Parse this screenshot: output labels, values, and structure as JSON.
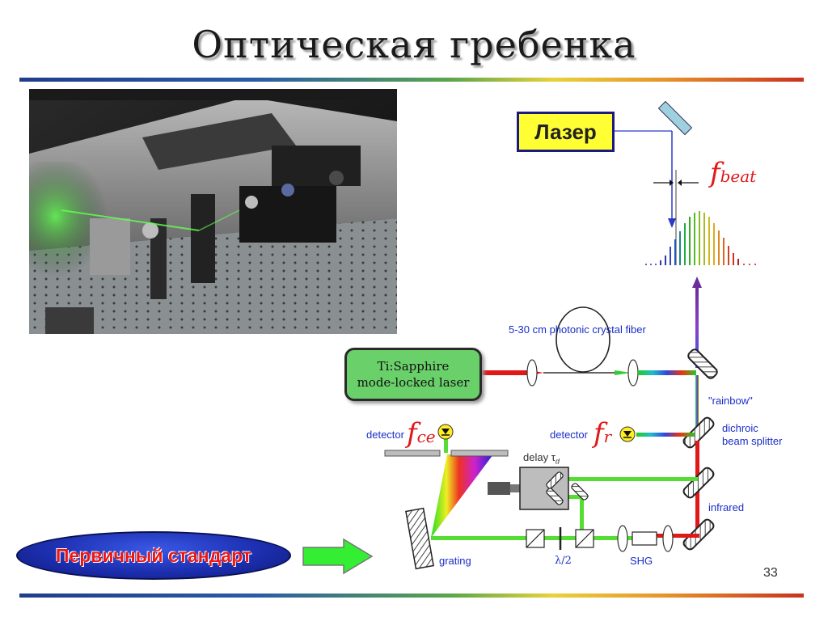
{
  "slide": {
    "title": "Оптическая гребенка",
    "page_number": "33"
  },
  "diagram": {
    "laser_label": "Лазер",
    "f_beat": {
      "base": "f",
      "sub": "beat"
    },
    "f_ce": {
      "base": "f",
      "sub": "ce"
    },
    "f_r": {
      "base": "f",
      "sub": "r"
    },
    "ti_sapphire": [
      "Ti:Sapphire",
      "mode-locked laser"
    ],
    "fiber_label": "5-30 cm photonic crystal fiber",
    "rainbow_label": "\"rainbow\"",
    "dichroic_label": [
      "dichroic",
      "beam splitter"
    ],
    "infrared_label": "infrared",
    "detector_ce_label": "detector",
    "detector_r_label": "detector",
    "delay_label": "delay τ",
    "delay_sub": "d",
    "grating_label": "grating",
    "half_wave_label": "λ/2",
    "shg_label": "SHG",
    "primary_standard_label": "Первичный стандарт"
  },
  "colors": {
    "title_rule_start": "#1f3d8a",
    "title_rule_end": "#c8321e",
    "laser_box_fill": "#ffff33",
    "ti_box_fill": "#6ad06a",
    "label_blue": "#1a2ec8",
    "f_red": "#e01818",
    "beam_red": "#e01818",
    "beam_green": "#55dd33",
    "arrow_green": "#33ee33"
  }
}
